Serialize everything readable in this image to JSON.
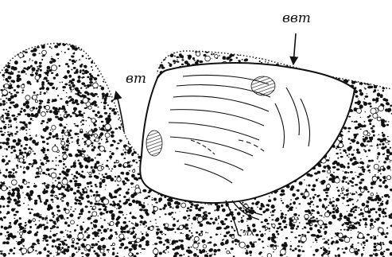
{
  "labels": {
    "inhalant_siphon": "вт",
    "exhalant_siphon": "ввт",
    "foot": "лх"
  },
  "colors": {
    "ink": "#111111",
    "paper": "#ffffff"
  }
}
